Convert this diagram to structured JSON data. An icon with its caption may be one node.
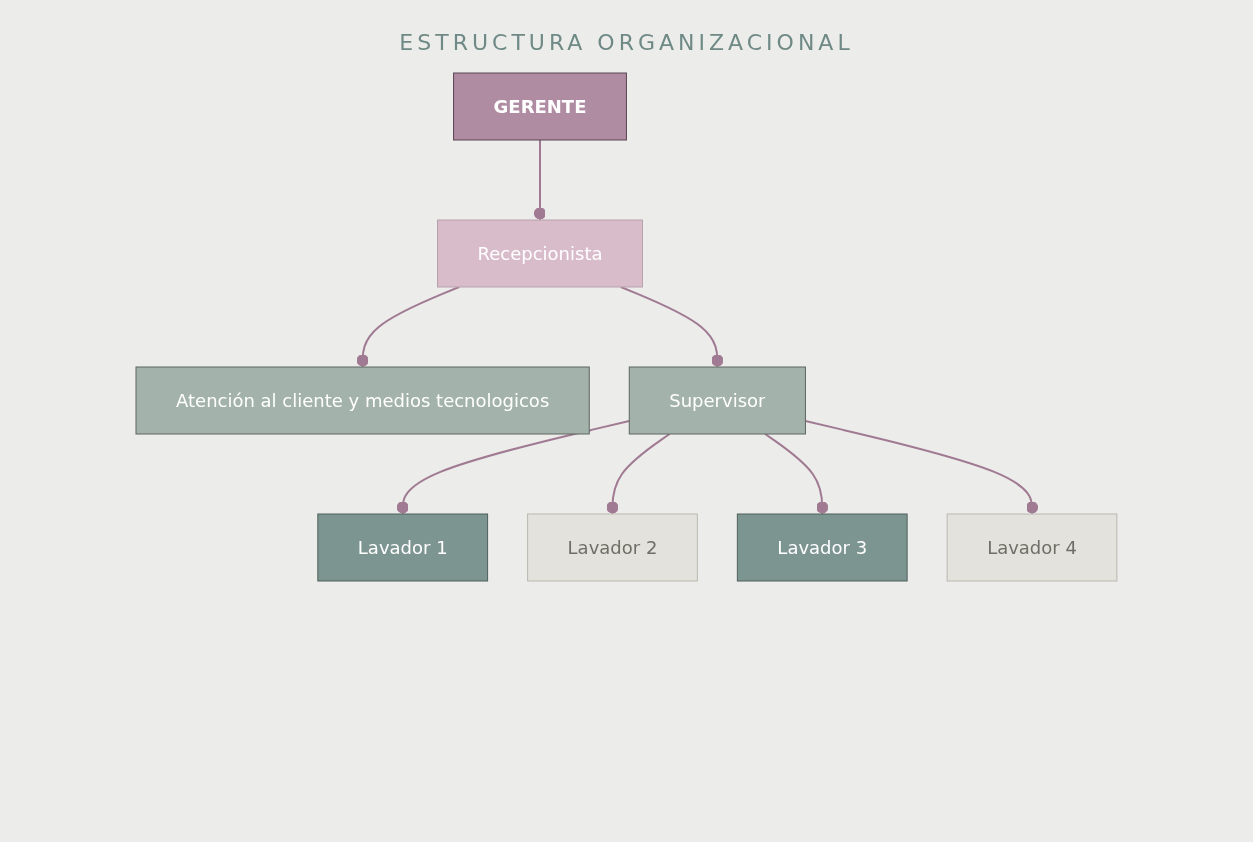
{
  "diagram": {
    "title": "ESTRUCTURA ORGANIZACIONAL",
    "nodes": [
      {
        "text": [
          "GERENTE"
        ]
      },
      {
        "text": [
          "Recepcionista"
        ]
      },
      {
        "text": [
          "Atención al cliente y medios tecnologicos"
        ]
      },
      {
        "text": [
          "Supervisor"
        ]
      },
      {
        "text": [
          "Lavador 1"
        ]
      },
      {
        "text": [
          "Lavador 2"
        ]
      },
      {
        "text": [
          "Lavador 3"
        ]
      },
      {
        "text": [
          "Lavador 4"
        ]
      }
    ],
    "edges": [
      {
        "from": 0,
        "to": 1,
        "arrow": "other"
      },
      {
        "from": 1,
        "to": 2,
        "arrow": "other"
      },
      {
        "from": 1,
        "to": 3,
        "arrow": "other"
      },
      {
        "from": 3,
        "to": 4,
        "arrow": "other"
      },
      {
        "from": 3,
        "to": 5,
        "arrow": "other"
      },
      {
        "from": 3,
        "to": 6,
        "arrow": "other"
      },
      {
        "from": 3,
        "to": 7,
        "arrow": "other"
      }
    ]
  }
}
